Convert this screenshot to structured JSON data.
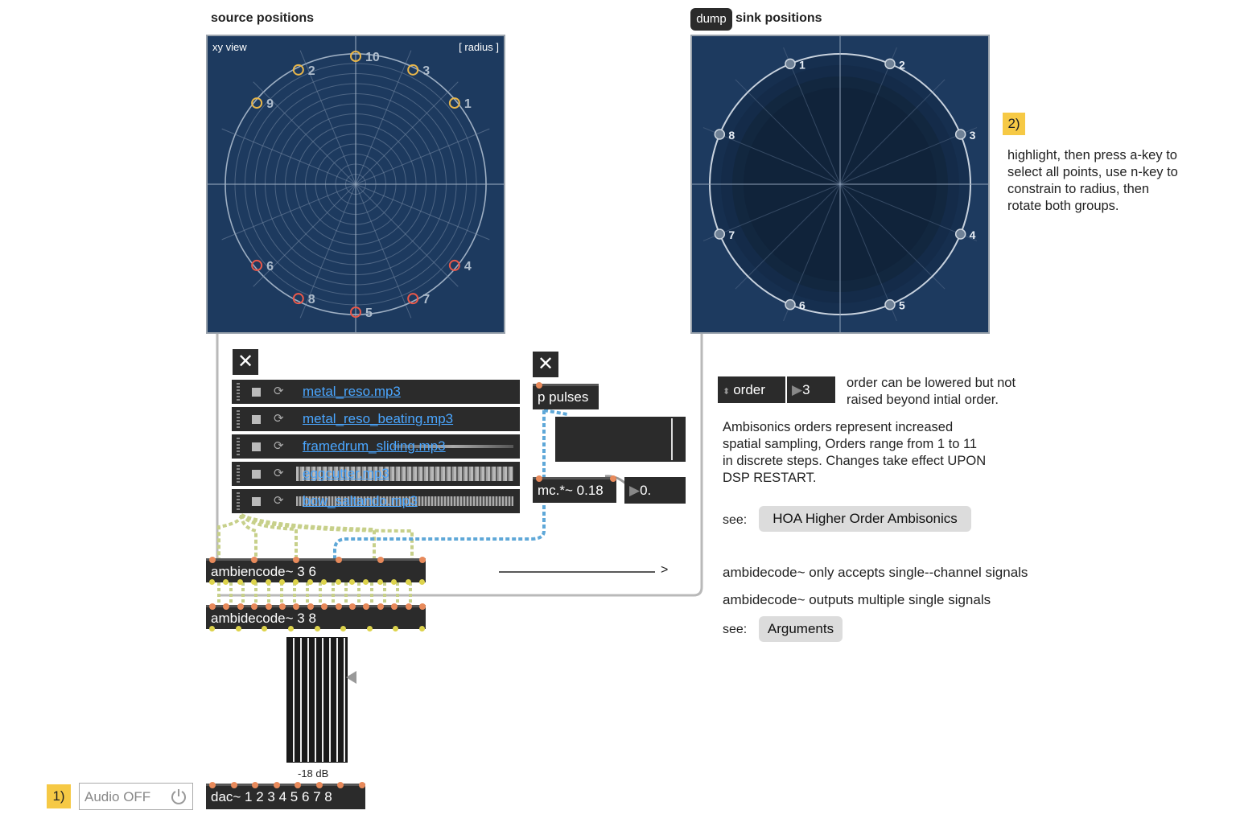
{
  "source_panel": {
    "title": "source positions",
    "view_label": "xy view",
    "mode_label": "[ radius ]",
    "points": [
      {
        "label": "10",
        "color": "#e8b64a"
      },
      {
        "label": "2",
        "color": "#e8b64a"
      },
      {
        "label": "3",
        "color": "#e8b64a"
      },
      {
        "label": "9",
        "color": "#e8b64a"
      },
      {
        "label": "1",
        "color": "#e8b64a"
      },
      {
        "label": "6",
        "color": "#e8584a"
      },
      {
        "label": "4",
        "color": "#e8584a"
      },
      {
        "label": "8",
        "color": "#e8584a"
      },
      {
        "label": "7",
        "color": "#e8584a"
      },
      {
        "label": "5",
        "color": "#e8584a"
      }
    ]
  },
  "sink_panel": {
    "dump_label": "dump",
    "title": "sink positions",
    "points": [
      "1",
      "2",
      "3",
      "4",
      "5",
      "6",
      "7",
      "8"
    ]
  },
  "step2": {
    "badge": "2)",
    "text": "highlight, then press a-key to select all points, use n-key to constrain to radius, then rotate both groups."
  },
  "players": {
    "files": [
      "metal_reso.mp3",
      "metal_reso_beating.mp3",
      "framedrum_sliding.mp3",
      "eggcutter.mp3",
      "bow_saltando.mp3"
    ]
  },
  "pulses": {
    "label": "p pulses",
    "mult_label": "mc.*~ 0.18",
    "number_value": "0."
  },
  "order": {
    "label": "order",
    "value": "3",
    "note": "order can be lowered but not raised beyond intial order.",
    "description": "Ambisonics orders represent increased spatial sampling, Orders range from 1 to 11 in discrete steps. Changes take effect UPON DSP RESTART."
  },
  "links": {
    "see1": "see:",
    "hoa": "HOA Higher Order Ambisonics",
    "see2": "see:",
    "arguments": "Arguments"
  },
  "notes": {
    "arrow": ">",
    "encode_note": "ambidecode~ only accepts single--channel signals",
    "decode_note": "ambidecode~ outputs multiple single signals"
  },
  "objects": {
    "encoder": "ambiencode~ 3 6",
    "decoder": "ambidecode~ 3 8",
    "dac": "dac~ 1 2 3 4 5 6 7 8",
    "meter_label": "-18 dB"
  },
  "audio": {
    "badge": "1)",
    "label": "Audio OFF"
  },
  "colors": {
    "panel_bg": "#1d3a5f",
    "object_bg": "#2b2b2b",
    "link_blue": "#4aa6ff",
    "badge": "#f6c945"
  },
  "icons": {
    "close": "close-icon",
    "power": "power-icon",
    "loop": "loop-icon"
  }
}
